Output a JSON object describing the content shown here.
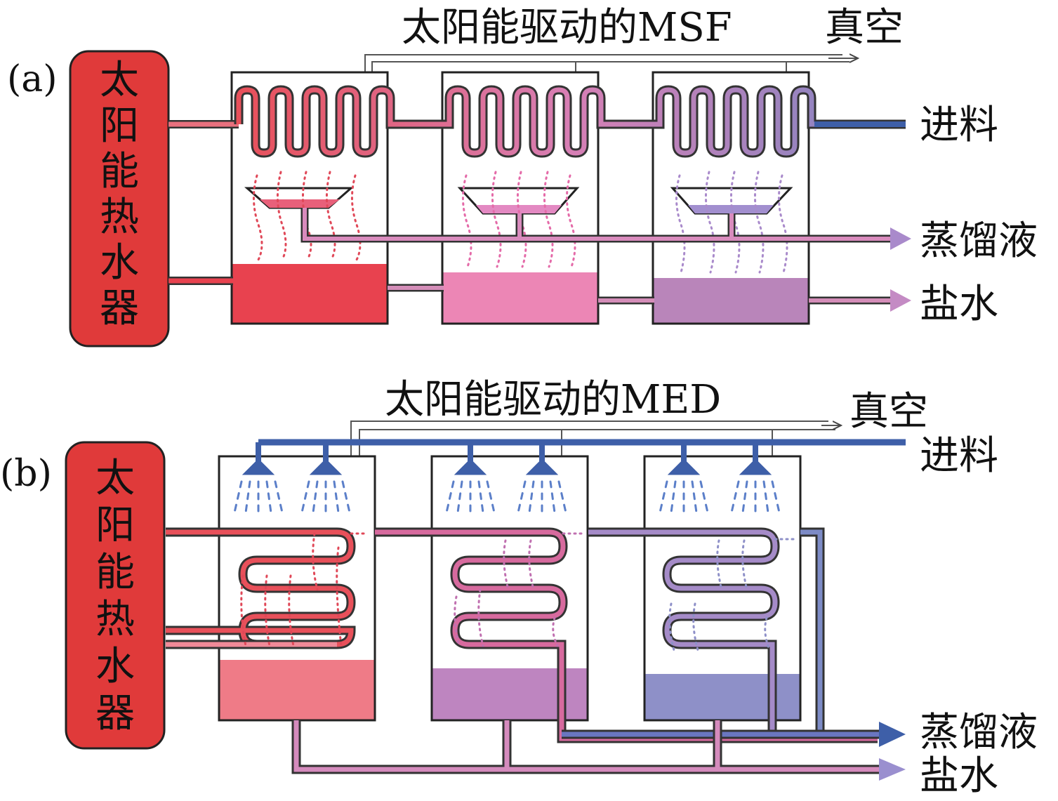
{
  "panel_a": {
    "tag": "(a)",
    "title": "太阳能驱动的MSF",
    "vacuum": "真空",
    "feed": "进料",
    "distillate": "蒸馏液",
    "brine": "盐水",
    "heater_chars": [
      "太",
      "阳",
      "能",
      "热",
      "水",
      "器"
    ]
  },
  "panel_b": {
    "tag": "(b)",
    "title": "太阳能驱动的MED",
    "vacuum": "真空",
    "feed": "进料",
    "distillate": "蒸馏液",
    "brine": "盐水",
    "heater_chars": [
      "太",
      "阳",
      "能",
      "热",
      "水",
      "器"
    ]
  },
  "colors": {
    "heater": "#e03a3a",
    "hot": "#e8505a",
    "warm": "#e789b6",
    "mid": "#b48cbd",
    "cool": "#8f8fc7",
    "feed": "#3e5fa8",
    "outline": "#222222"
  }
}
